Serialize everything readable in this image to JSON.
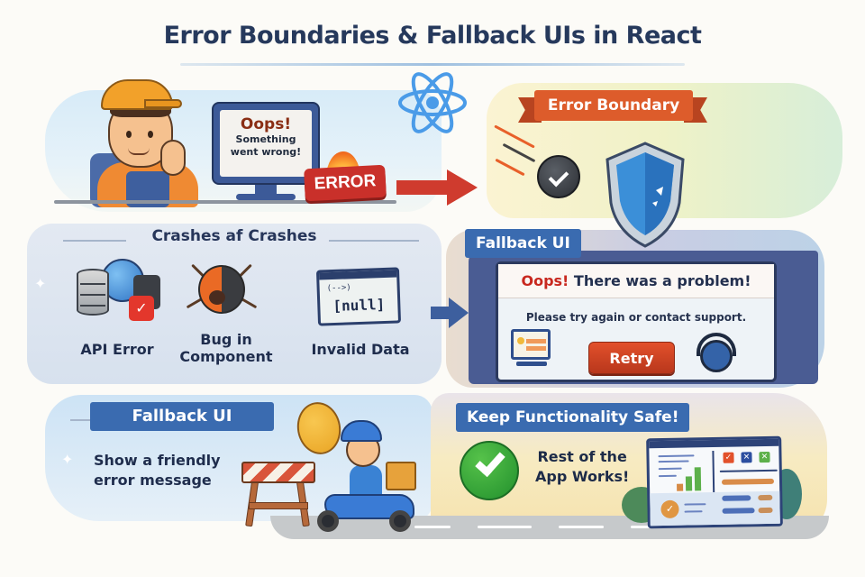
{
  "title": "Error Boundaries & Fallback UIs in React",
  "colors": {
    "title": "#26395c",
    "error_red": "#c9302a",
    "react_blue": "#4a9be8",
    "banner_orange": "#dd5c2b",
    "tag_blue": "#3a6bb0",
    "retry_red": "#c8401f",
    "success_green": "#2f9e3a"
  },
  "top_left": {
    "screen_heading": "Oops!",
    "screen_line1": "Something",
    "screen_line2": "went wrong!",
    "error_badge": "ERROR",
    "icons": [
      "worker-illustration",
      "monitor-icon",
      "flame-icon",
      "react-logo-icon",
      "arrow-right-icon"
    ]
  },
  "error_boundary": {
    "banner": "Error Boundary",
    "icons": [
      "bomb-icon",
      "shield-icon"
    ]
  },
  "crashes": {
    "title": "Crashes af Crashes",
    "items": [
      {
        "label_line1": "API Error",
        "label_line2": "",
        "icon": "database-globe-icon"
      },
      {
        "label_line1": "Bug in",
        "label_line2": "Component",
        "icon": "bug-icon"
      },
      {
        "label_line1": "Invalid Data",
        "label_line2": "",
        "icon": "code-window-icon",
        "window_code": "[null]",
        "window_arrow": "(-->)"
      }
    ]
  },
  "fallback_card": {
    "tag": "Fallback UI",
    "heading_oops": "Oops!",
    "heading_rest": " There was a problem!",
    "message": "Please try again or contact support.",
    "retry_button": "Retry",
    "icons": [
      "computer-icon",
      "support-agent-icon"
    ]
  },
  "bottom_left": {
    "tag": "Fallback UI",
    "text_line1": "Show a friendly",
    "text_line2": "error message",
    "icons": [
      "barrier-icon",
      "delivery-scooter-illustration",
      "balloon-icon"
    ]
  },
  "bottom_right": {
    "tag": "Keep Functionality Safe!",
    "text_line1": "Rest of the",
    "text_line2": "App Works!",
    "icons": [
      "check-circle-icon",
      "dashboard-icon"
    ]
  }
}
